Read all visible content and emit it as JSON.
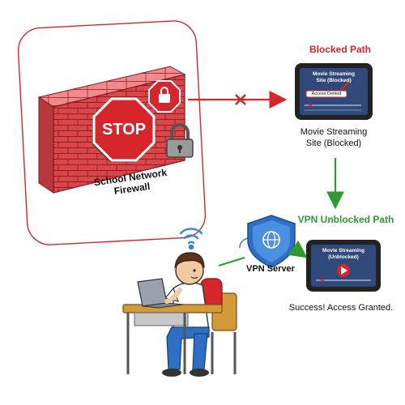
{
  "firewall": {
    "label_line1": "School Network",
    "label_line2": "Firewall",
    "stop_text": "STOP"
  },
  "blocked": {
    "heading": "Blocked Path",
    "screen_title_line1": "Movie Streaming",
    "screen_title_line2": "Site (Blocked)",
    "screen_badge": "Access Denied",
    "caption_line1": "Movie Streaming",
    "caption_line2": "Site (Blocked)"
  },
  "vpn": {
    "heading": "VPN Unblocked Path",
    "server_label": "VPN Server",
    "screen_title_line1": "Movie Streaming",
    "screen_title_line2": "(Unblocked)",
    "caption": "Success! Access Granted."
  },
  "colors": {
    "red": "#d7262b",
    "green": "#2f9a2f",
    "brick": "#d9474a",
    "shield": "#2e6fc4",
    "screen": "#2f4a7a"
  },
  "icons": [
    "stop-sign-icon",
    "lock-icon",
    "padlock-icon",
    "x-mark-icon",
    "shield-globe-icon",
    "wifi-icon",
    "play-icon",
    "laptop-icon"
  ]
}
